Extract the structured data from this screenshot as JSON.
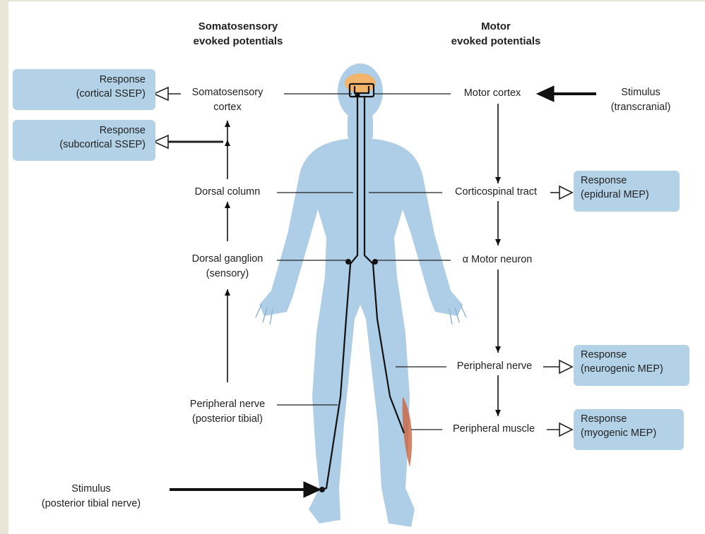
{
  "headers": {
    "somatosensory": [
      "Somatosensory",
      "evoked potentials"
    ],
    "motor": [
      "Motor",
      "evoked potentials"
    ]
  },
  "left": {
    "responses": [
      {
        "line1": "Response",
        "line2": "(cortical SSEP)"
      },
      {
        "line1": "Response",
        "line2": "(subcortical SSEP)"
      }
    ],
    "nodes": {
      "cortex": [
        "Somatosensory",
        "cortex"
      ],
      "dorsal_column": "Dorsal column",
      "dorsal_ganglion": [
        "Dorsal ganglion",
        "(sensory)"
      ],
      "peripheral_nerve": [
        "Peripheral nerve",
        "(posterior tibial)"
      ],
      "stimulus": [
        "Stimulus",
        "(posterior tibial nerve)"
      ]
    }
  },
  "right": {
    "nodes": {
      "motor_cortex": "Motor cortex",
      "stimulus": [
        "Stimulus",
        "(transcranial)"
      ],
      "corticospinal": "Corticospinal tract",
      "motor_neuron": "α Motor neuron",
      "peripheral_nerve": "Peripheral nerve",
      "peripheral_muscle": "Peripheral muscle"
    },
    "responses": [
      {
        "line1": "Response",
        "line2": "(epidural MEP)"
      },
      {
        "line1": "Response",
        "line2": "(neurogenic MEP)"
      },
      {
        "line1": "Response",
        "line2": "(myogenic MEP)"
      }
    ]
  },
  "colors": {
    "background_frame": "#e9e5d6",
    "body_fill": "#aecde6",
    "response_box": "#b3d2e8",
    "brain_highlight": "#f2b36b",
    "muscle_highlight": "#c9633f",
    "pathway": "#111111"
  }
}
